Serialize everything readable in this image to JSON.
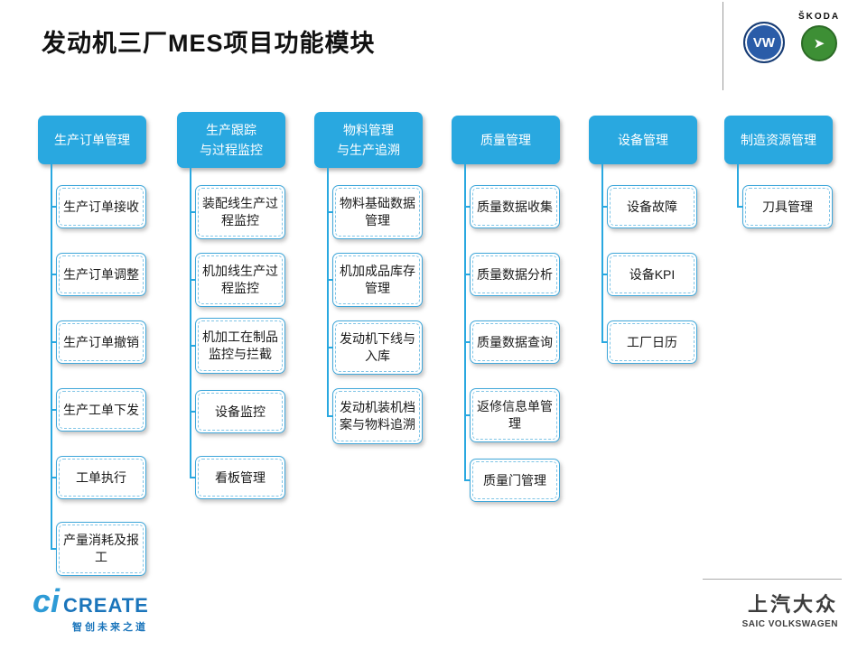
{
  "page": {
    "title": "发动机三厂MES项目功能模块"
  },
  "brand": {
    "vw": "VW",
    "skoda": "ŠKODA",
    "skoda_arrow": "➤"
  },
  "colors": {
    "accent": "#29a8e0",
    "vw_blue": "#2a5ca8",
    "skoda_green": "#3d8f35"
  },
  "columns": [
    {
      "header_lines": [
        "生产订单管理"
      ],
      "items": [
        "生产订单接收",
        "生产订单调整",
        "生产订单撤销",
        "生产工单下发",
        "工单执行",
        "产量消耗及报工"
      ]
    },
    {
      "header_lines": [
        "生产跟踪",
        "与过程监控"
      ],
      "items": [
        "装配线生产过程监控",
        "机加线生产过程监控",
        "机加工在制品监控与拦截",
        "设备监控",
        "看板管理"
      ]
    },
    {
      "header_lines": [
        "物料管理",
        "与生产追溯"
      ],
      "items": [
        "物料基础数据管理",
        "机加成品库存管理",
        "发动机下线与入库",
        "发动机装机档案与物料追溯"
      ]
    },
    {
      "header_lines": [
        "质量管理"
      ],
      "items": [
        "质量数据收集",
        "质量数据分析",
        "质量数据查询",
        "返修信息单管理",
        "质量门管理"
      ]
    },
    {
      "header_lines": [
        "设备管理"
      ],
      "items": [
        "设备故障",
        "设备KPI",
        "工厂日历"
      ]
    },
    {
      "header_lines": [
        "制造资源管理"
      ],
      "items": [
        "刀具管理"
      ]
    }
  ],
  "footer": {
    "logo_mark": "ci",
    "logo_name": "CREATE",
    "logo_slogan": "智创未来之道",
    "company_cn": "上汽大众",
    "company_en": "SAIC VOLKSWAGEN"
  }
}
